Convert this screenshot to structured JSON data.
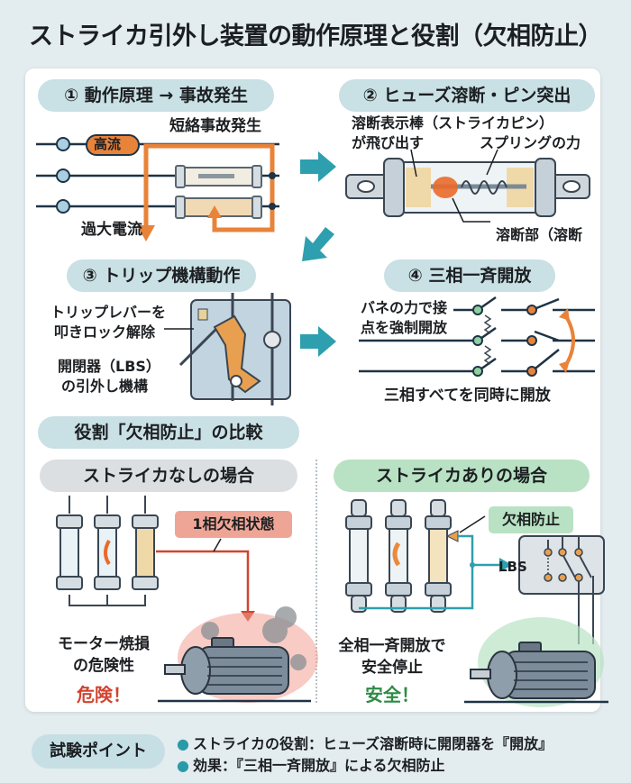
{
  "title": "ストライカ引外し装置の動作原理と役割（欠相防止）",
  "colors": {
    "accent_teal": "#2e9fae",
    "orange": "#e8833a",
    "danger_red": "#d0452f",
    "safe_green": "#2e8b46",
    "pill_blue": "#c9e0e4",
    "pill_gray": "#dcdfe1",
    "pill_green": "#b8e2c3",
    "alert_pink": "#efa595"
  },
  "steps": [
    {
      "heading": "① 動作原理 → 事故発生",
      "labels": {
        "short_circuit": "短絡事故発生",
        "high_current": "高流",
        "overcurrent": "過大電流"
      }
    },
    {
      "heading": "② ヒューズ溶断・ピン突出",
      "labels": {
        "striker_pin_line1": "溶断表示棒（ストライカピン）",
        "striker_pin_line2": "が飛び出す",
        "spring_force": "スプリングの力",
        "melt_part": "溶断部（溶断"
      }
    },
    {
      "heading": "③ トリップ機構動作",
      "labels": {
        "trip_lever_line1": "トリップレバーを",
        "trip_lever_line2": "叩きロック解除",
        "lbs_line1": "開閉器（LBS）",
        "lbs_line2": "の引外し機構"
      }
    },
    {
      "heading": "④ 三相一斉開放",
      "labels": {
        "spring_line1": "バネの力で接",
        "spring_line2": "点を強制開放",
        "all_open": "三相すべてを同時に開放"
      }
    }
  ],
  "comparison": {
    "heading": "役割「欠相防止」の比較",
    "without": {
      "heading": "ストライカなしの場合",
      "badge": "1相欠相状態",
      "desc_line1": "モーター焼損",
      "desc_line2": "の危険性",
      "verdict": "危険！"
    },
    "with": {
      "heading": "ストライカありの場合",
      "badge": "欠相防止",
      "lbs_label": "LBS",
      "desc_line1": "全相一斉開放で",
      "desc_line2": "安全停止",
      "verdict": "安全！"
    }
  },
  "footer": {
    "label": "試験ポイント",
    "points": [
      "ストライカの役割：ヒューズ溶断時に開閉器を『開放』",
      "効果：『三相一斉開放』による欠相防止"
    ]
  }
}
